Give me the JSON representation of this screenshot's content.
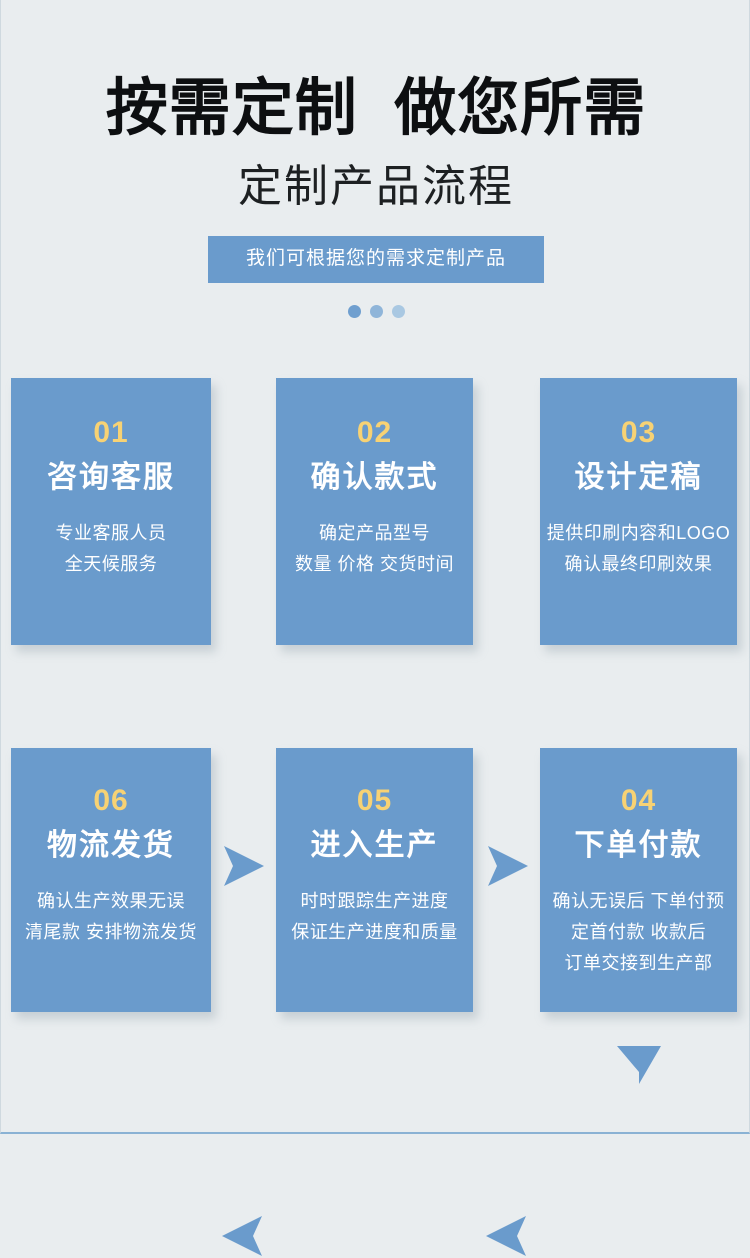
{
  "header": {
    "main_title": "按需定制  做您所需",
    "sub_title": "定制产品流程",
    "banner_text": "我们可根据您的需求定制产品",
    "dots_count": 3
  },
  "colors": {
    "page_background": "#e9edef",
    "card_blue": "#6a9bcc",
    "number_gold": "#f7d274",
    "text_white": "#ffffff",
    "title_black": "#0d0f11",
    "dot_1": "#6f9fcf",
    "dot_2": "#8fb5d9",
    "dot_3": "#a9c8e2"
  },
  "flow": {
    "row1": [
      {
        "number": "01",
        "title": "咨询客服",
        "desc": [
          "专业客服人员",
          "全天候服务"
        ]
      },
      {
        "number": "02",
        "title": "确认款式",
        "desc": [
          "确定产品型号",
          "数量 价格 交货时间"
        ]
      },
      {
        "number": "03",
        "title": "设计定稿",
        "desc": [
          "提供印刷内容和LOGO",
          "确认最终印刷效果"
        ]
      }
    ],
    "row2": [
      {
        "number": "06",
        "title": "物流发货",
        "desc": [
          "确认生产效果无误",
          "清尾款 安排物流发货"
        ]
      },
      {
        "number": "05",
        "title": "进入生产",
        "desc": [
          "时时跟踪生产进度",
          "保证生产进度和质量"
        ]
      },
      {
        "number": "04",
        "title": "下单付款",
        "desc": [
          "确认无误后 下单付预",
          "定首付款 收款后",
          "订单交接到生产部"
        ]
      }
    ],
    "connectors": [
      {
        "icon": "arrow-right-icon",
        "between": "01-02"
      },
      {
        "icon": "arrow-right-icon",
        "between": "02-03"
      },
      {
        "icon": "arrow-down-icon",
        "between": "03-04"
      },
      {
        "icon": "arrow-left-icon",
        "between": "05-06"
      },
      {
        "icon": "arrow-left-icon",
        "between": "04-05"
      }
    ]
  }
}
